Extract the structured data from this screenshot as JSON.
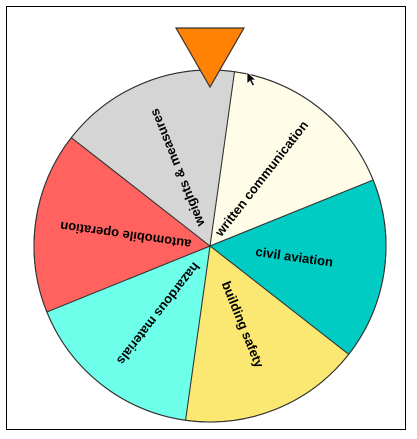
{
  "wheel": {
    "segments": [
      {
        "label": "written communication",
        "color": "#FFFDE8"
      },
      {
        "label": "civil aviation",
        "color": "#00CCC4"
      },
      {
        "label": "building safety",
        "color": "#FBE873"
      },
      {
        "label": "hazardous materials",
        "color": "#6EFFEB"
      },
      {
        "label": "automobile operation",
        "color": "#FF625F"
      },
      {
        "label": "weights & measures",
        "color": "#D5D5D5"
      }
    ],
    "pointer": {
      "color": "#FF8205",
      "icon": "triangle-down-pointer"
    },
    "cursor": {
      "icon": "mouse-pointer-icon"
    }
  }
}
